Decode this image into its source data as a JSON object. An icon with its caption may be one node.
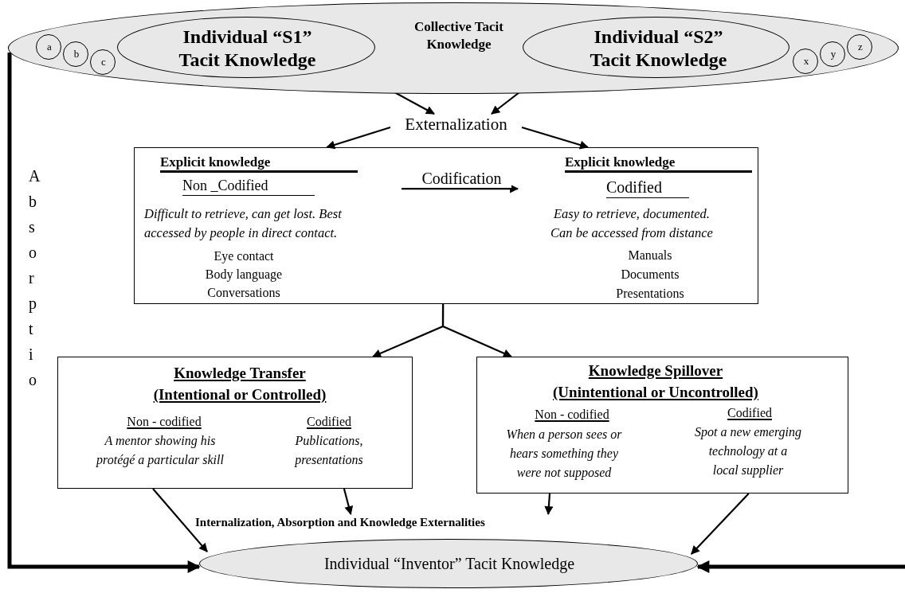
{
  "diagram": {
    "nodes": [
      {
        "text": [
          "Collective Tacit Knowledge"
        ]
      },
      {
        "text": [
          "Individual “S1” Tacit Knowledge"
        ],
        "in": 0
      },
      {
        "text": [
          "Individual “S2” Tacit Knowledge"
        ],
        "in": 0
      },
      {
        "text": [
          "a"
        ],
        "in": 0
      },
      {
        "text": [
          "b"
        ],
        "in": 0
      },
      {
        "text": [
          "c"
        ],
        "in": 0
      },
      {
        "text": [
          "x"
        ],
        "in": 0
      },
      {
        "text": [
          "y"
        ],
        "in": 0
      },
      {
        "text": [
          "z"
        ],
        "in": 0
      },
      {
        "text": [
          "Externalization"
        ]
      },
      {
        "text": [],
        "shape": "box"
      },
      {
        "text": [
          "Explicit knowledge",
          "Non _Codified",
          "Difficult to retrieve, can get lost.  Best accessed by people in direct contact.",
          "Eye contact",
          "Body language",
          "Conversations"
        ],
        "in": 10
      },
      {
        "text": [
          "Explicit knowledge",
          "Codified",
          "Easy to retrieve, documented. Can be accessed from distance",
          "Manuals",
          "Documents",
          "Presentations"
        ],
        "in": 10
      },
      {
        "text": [
          "Knowledge Transfer (Intentional or Controlled)",
          "Non - codified",
          "A mentor showing his protégé a particular skill",
          "Codified",
          "Publications, presentations"
        ]
      },
      {
        "text": [
          "Knowledge Spillover (Unintentional or Uncontrolled)",
          "Non - codified",
          "When a person sees or hears something they were not supposed",
          "Codified",
          "Spot a new emerging technology at a local supplier"
        ]
      },
      {
        "text": [
          "Individual “Inventor” Tacit Knowledge"
        ]
      }
    ],
    "edges": [
      {
        "from": 1,
        "to": 9,
        "arrow": "to"
      },
      {
        "from": 2,
        "to": 9,
        "arrow": "to"
      },
      {
        "from": 9,
        "to": 10,
        "arrow": "to"
      },
      {
        "from": 9,
        "to": 10,
        "arrow": "to"
      },
      {
        "from": 11,
        "to": 12,
        "arrow": "to",
        "label": "Codification"
      },
      {
        "from": 10,
        "to": 13,
        "arrow": "to"
      },
      {
        "from": 10,
        "to": 14,
        "arrow": "to"
      },
      {
        "from": 13,
        "to": 15,
        "arrow": "to"
      },
      {
        "from": 13,
        "to": 15,
        "arrow": "to"
      },
      {
        "from": 14,
        "to": 15,
        "arrow": "to"
      },
      {
        "from": 14,
        "to": 15,
        "arrow": "to"
      },
      {
        "from": 0,
        "to": 15,
        "arrow": "to",
        "label": "Absorptio",
        "style": "thick"
      },
      {
        "from": null,
        "to": 15,
        "arrow": "to",
        "style": "thick"
      }
    ],
    "labels": [
      "Internalization, Absorption and Knowledge Externalities"
    ]
  }
}
